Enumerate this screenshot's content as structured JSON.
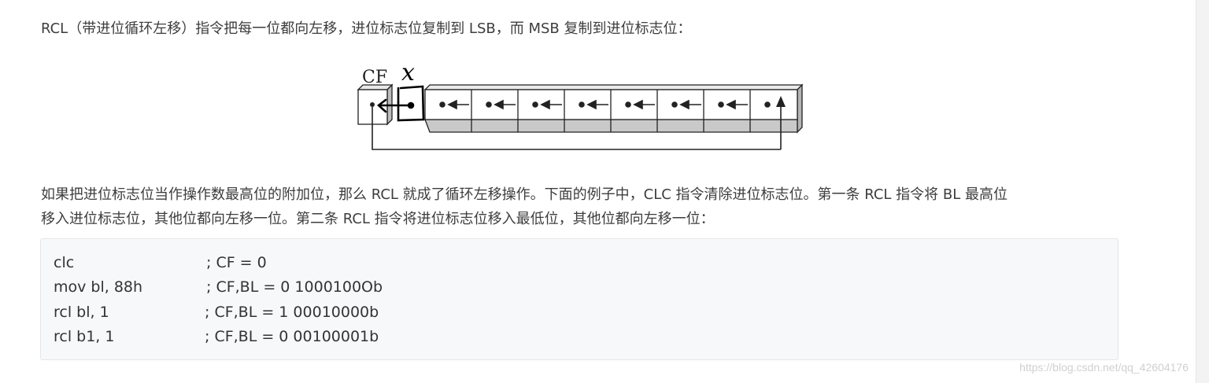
{
  "article": {
    "para1": "RCL（带进位循环左移）指令把每一位都向左移，进位标志位复制到 LSB，而 MSB 复制到进位标志位：",
    "figure": {
      "cf_label": "CF",
      "handwritten_mark": "x"
    },
    "para2_line1": "如果把进位标志位当作操作数最高位的附加位，那么 RCL 就成了循环左移操作。下面的例子中，CLC 指令清除进位标志位。第一条 RCL 指令将 BL 最高位",
    "para2_line2": "移入进位标志位，其他位都向左移一位。第二条 RCL 指令将进位标志位移入最低位，其他位都向左移一位："
  },
  "code": {
    "lines": [
      {
        "instr": "clc",
        "comment": "; CF = 0"
      },
      {
        "instr": "mov bl, 88h",
        "comment": "; CF,BL = 0 1000100Ob"
      },
      {
        "instr": "rcl bl, 1",
        "comment": "; CF,BL = 1 00010000b"
      },
      {
        "instr": "rcl b1, 1",
        "comment": "; CF,BL = 0 00100001b"
      }
    ]
  },
  "watermark": "https://blog.csdn.net/qq_42604176"
}
